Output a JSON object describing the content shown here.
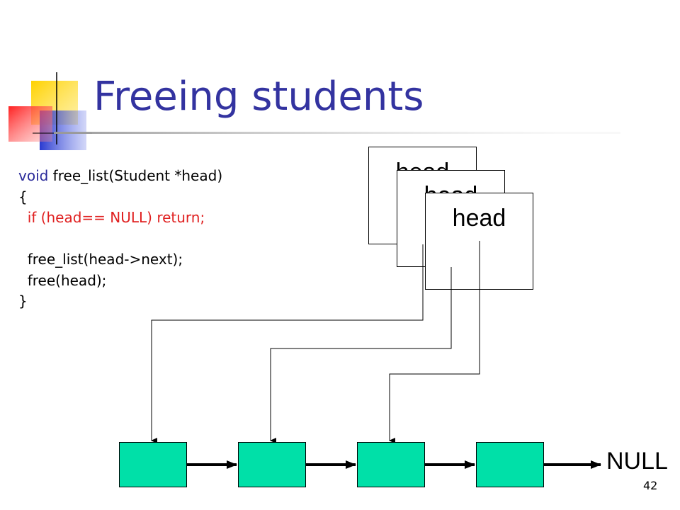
{
  "title": "Freeing students",
  "code": {
    "line1_kw": "void",
    "line1_rest": " free_list(Student *head)",
    "line2": "{",
    "line3": "  if (head== NULL) return;",
    "line4": "",
    "line5": "  free_list(head->next);",
    "line6": "  free(head);",
    "line7": "}"
  },
  "frames": [
    {
      "label": "head"
    },
    {
      "label": "head"
    },
    {
      "label": "head"
    }
  ],
  "null_label": "NULL",
  "page_number": "42",
  "colors": {
    "title": "#3333a0",
    "code_keyword": "#2b2b9a",
    "code_highlight": "#e02020",
    "node_fill": "#00e0a8"
  }
}
